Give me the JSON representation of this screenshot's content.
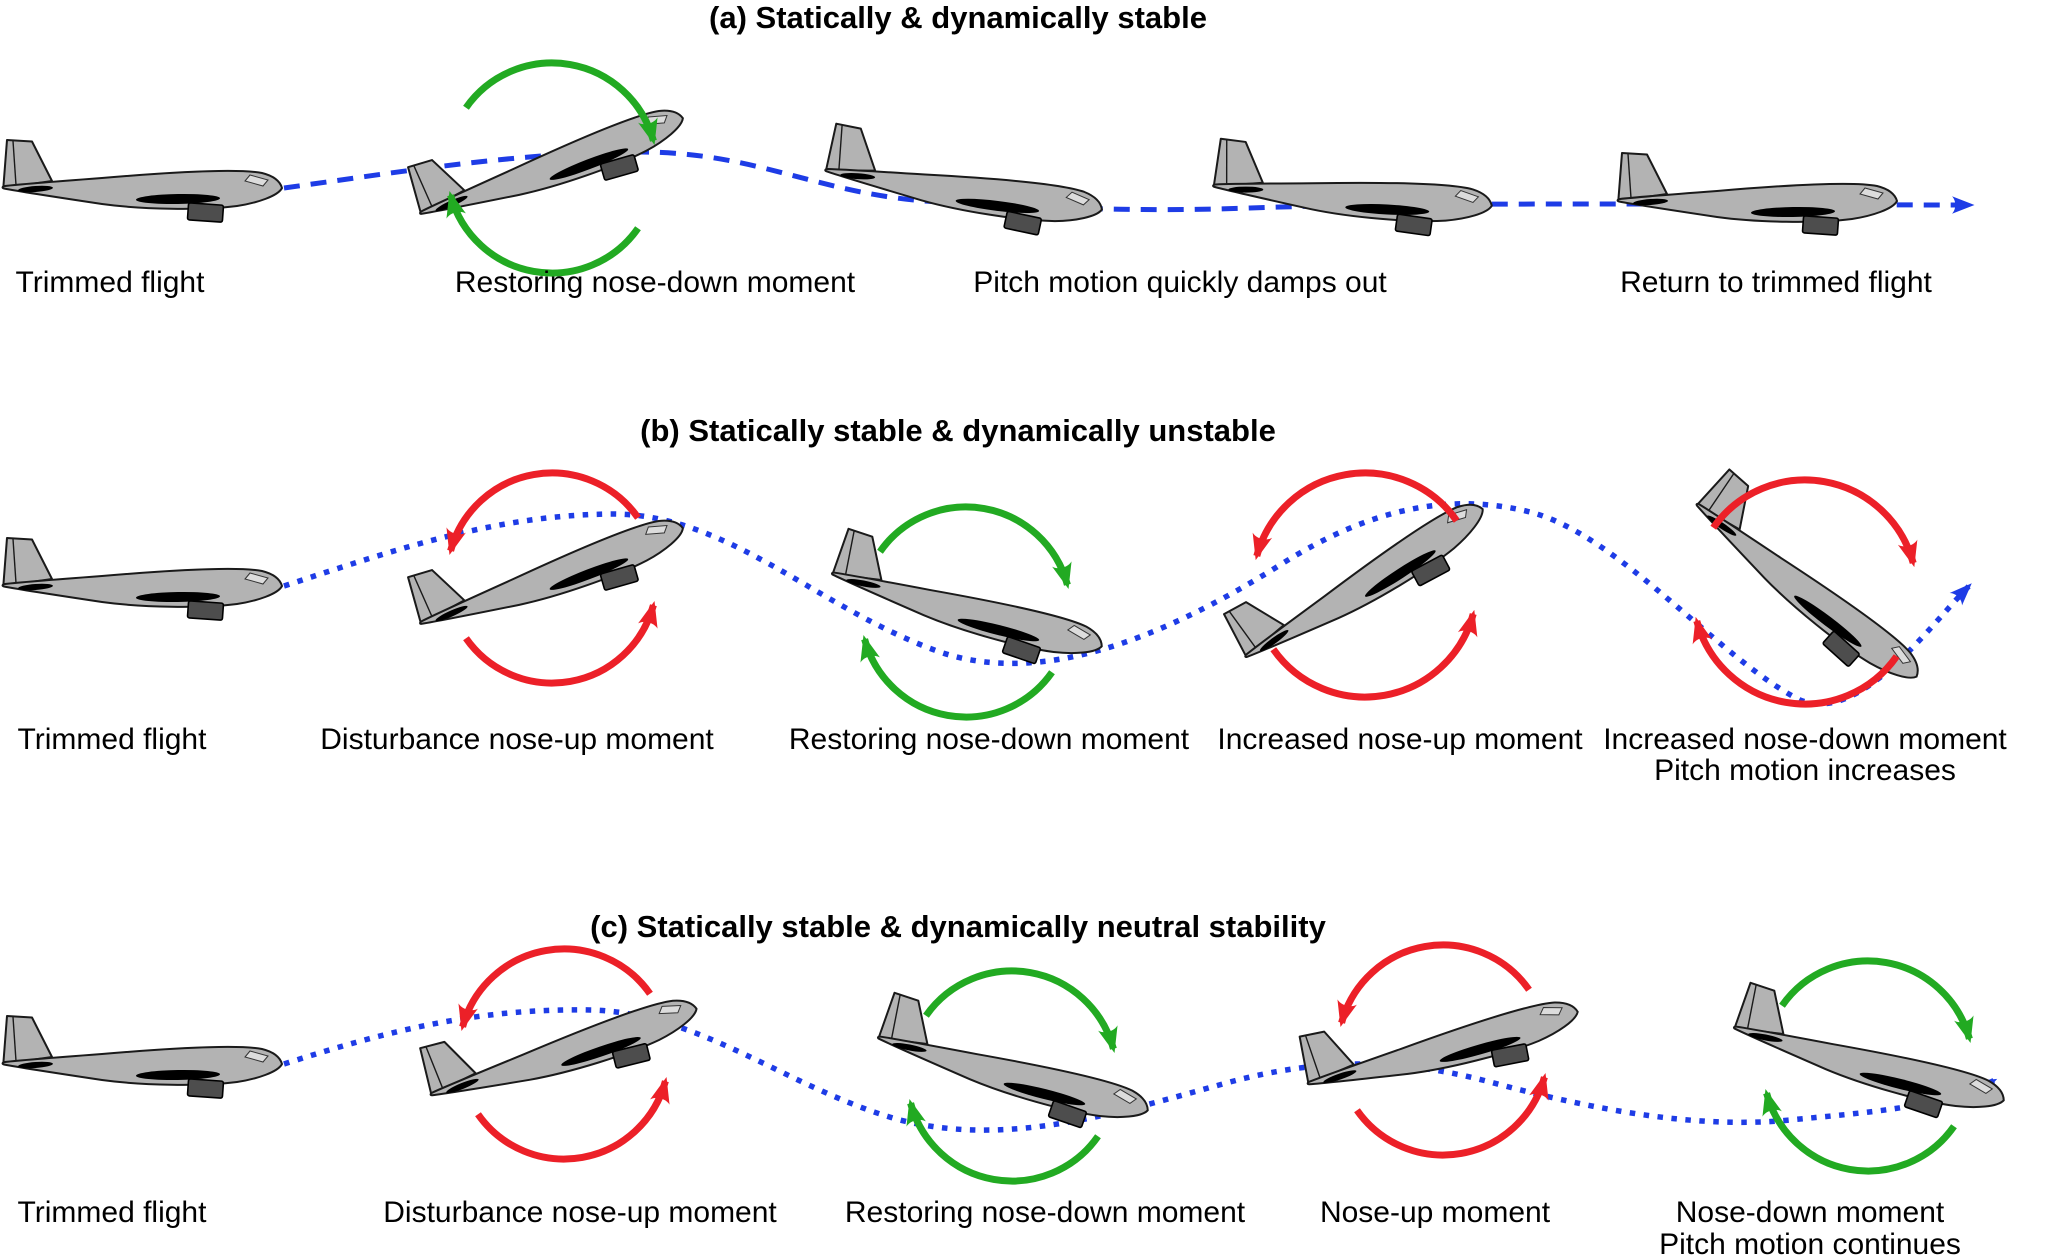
{
  "figure": {
    "type": "aircraft-pitch-stability-diagram",
    "background": "#ffffff",
    "colors": {
      "flight_path_blue": "#1e3ce6",
      "restoring_moment_green": "#22aa22",
      "disturbance_moment_red": "#ec2028",
      "aircraft_body_gray": "#b3b3b3",
      "aircraft_engine_gray": "#4d4d4d",
      "aircraft_window_gray": "#dcdcdc",
      "outline_black": "#1a1a1a",
      "text_black": "#000000"
    },
    "icons": {
      "airplane": "side-view-jet-airplane-icon",
      "green_arrows": "clockwise-nose-down-moment-arrows-icon",
      "red_arrows": "nose-up-or-increasing-moment-arrows-icon",
      "blue_path": "dashed-flight-path-with-arrowhead"
    },
    "sections": [
      {
        "id": "a",
        "title": "(a) Statically & dynamically stable",
        "captions": [
          {
            "text": "Trimmed flight"
          },
          {
            "text": "Restoring nose-down moment"
          },
          {
            "text": "Pitch motion quickly damps out"
          },
          {
            "text": "Return to trimmed flight"
          }
        ]
      },
      {
        "id": "b",
        "title": "(b) Statically stable & dynamically unstable",
        "captions": [
          {
            "text": "Trimmed flight"
          },
          {
            "text": "Disturbance nose-up moment"
          },
          {
            "text": "Restoring nose-down moment"
          },
          {
            "text": "Increased nose-up moment"
          },
          {
            "text": "Increased nose-down moment",
            "line2": "Pitch motion increases"
          }
        ]
      },
      {
        "id": "c",
        "title": "(c) Statically stable & dynamically neutral stability",
        "captions": [
          {
            "text": "Trimmed flight"
          },
          {
            "text": "Disturbance nose-up moment"
          },
          {
            "text": "Restoring nose-down moment"
          },
          {
            "text": "Nose-up moment"
          },
          {
            "text": "Nose-down moment",
            "line2": "Pitch motion continues"
          }
        ]
      }
    ]
  }
}
